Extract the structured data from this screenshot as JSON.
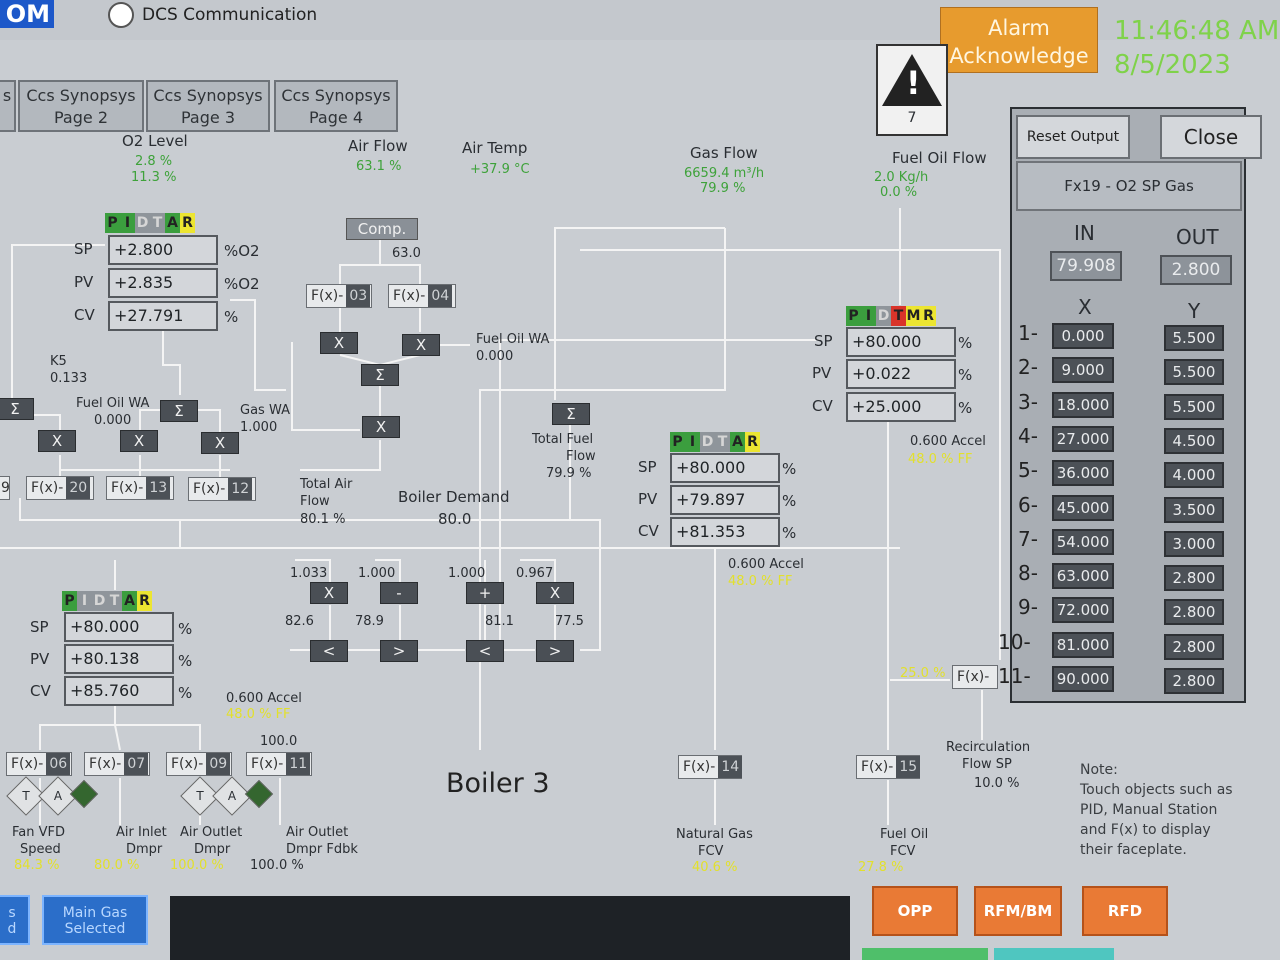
{
  "header": {
    "logo": "OM",
    "dcs_label": "DCS Communication",
    "alarm_line1": "Alarm",
    "alarm_line2": "Acknowledge",
    "time": "11:46:48 AM",
    "date": "8/5/2023",
    "alarm_count": "7"
  },
  "tabs": [
    {
      "line1": "s",
      "line2": ""
    },
    {
      "line1": "Ccs Synopsys",
      "line2": "Page 2"
    },
    {
      "line1": "Ccs Synopsys",
      "line2": "Page 3"
    },
    {
      "line1": "Ccs Synopsys",
      "line2": "Page 4"
    }
  ],
  "measurements": {
    "o2": {
      "label": "O2 Level",
      "v1": "2.8 %",
      "v2": "11.3 %"
    },
    "air_flow": {
      "label": "Air Flow",
      "v1": "63.1 %"
    },
    "air_temp": {
      "label": "Air Temp",
      "v1": "+37.9 °C"
    },
    "gas_flow": {
      "label": "Gas Flow",
      "v1": "6659.4 m³/h",
      "v2": "79.9 %"
    },
    "fuel_oil_flow": {
      "label": "Fuel Oil Flow",
      "v1": "2.0 Kg/h",
      "v2": "0.0 %"
    }
  },
  "pid_letters": {
    "p": "P",
    "i": "I",
    "d": "D",
    "t": "T",
    "a": "A",
    "r": "R",
    "m": "M"
  },
  "o2_pid": {
    "sp": "+2.800",
    "pv": "+2.835",
    "cv": "+27.791",
    "unit_sp": "%O2",
    "unit_pv": "%O2",
    "unit_cv": "%"
  },
  "air_pid": {
    "sp": "+80.000",
    "pv": "+80.138",
    "cv": "+85.760",
    "unit": "%"
  },
  "gas_pid": {
    "sp": "+80.000",
    "pv": "+79.897",
    "cv": "+81.353",
    "unit": "%"
  },
  "oil_pid": {
    "sp": "+80.000",
    "pv": "+0.022",
    "cv": "+25.000",
    "unit": "%"
  },
  "row_labels": {
    "sp": "SP",
    "pv": "PV",
    "cv": "CV"
  },
  "comp": {
    "label": "Comp.",
    "value": "63.0"
  },
  "fx": {
    "f03": {
      "a": "F(x)-",
      "b": "03"
    },
    "f04": {
      "a": "F(x)-",
      "b": "04"
    },
    "f20": {
      "a": "F(x)-",
      "b": "20"
    },
    "f13": {
      "a": "F(x)-",
      "b": "13"
    },
    "f12": {
      "a": "F(x)-",
      "b": "12"
    },
    "f19": {
      "a": "9",
      "b": ""
    },
    "f06": {
      "a": "F(x)-",
      "b": "06"
    },
    "f07": {
      "a": "F(x)-",
      "b": "07"
    },
    "f09": {
      "a": "F(x)-",
      "b": "09"
    },
    "f11": {
      "a": "F(x)-",
      "b": "11"
    },
    "f14": {
      "a": "F(x)-",
      "b": "14"
    },
    "f15": {
      "a": "F(x)-",
      "b": "15"
    },
    "frecirc": {
      "a": "F(x)-",
      "b": ""
    }
  },
  "ops": {
    "x": "X",
    "sum": "Σ",
    "minus": "-",
    "plus": "+",
    "lt": "<",
    "gt": ">"
  },
  "labels": {
    "fuel_oil_wa_right": "Fuel Oil WA",
    "fuel_oil_wa_right_val": "0.000",
    "k5": "K5",
    "k5_val": "0.133",
    "fuel_oil_wa_left": "Fuel Oil WA",
    "fuel_oil_wa_left_val": "0.000",
    "gas_wa": "Gas WA",
    "gas_wa_val": "1.000",
    "total_air_flow_l1": "Total Air",
    "total_air_flow_l2": "Flow",
    "total_air_flow_val": "80.1 %",
    "boiler_demand": "Boiler Demand",
    "boiler_demand_val": "80.0",
    "total_fuel_l1": "Total Fuel",
    "total_fuel_l2": "Flow",
    "total_fuel_val": "79.9 %",
    "m1": "1.033",
    "m2": "1.000",
    "m3": "1.000",
    "m4": "0.967",
    "v1": "82.6",
    "v2": "78.9",
    "v3": "81.1",
    "v4": "77.5",
    "accel_air": "0.600 Accel",
    "ff_air": "48.0 % FF",
    "accel_gas": "0.600 Accel",
    "ff_gas": "48.0 % FF",
    "accel_oil": "0.600 Accel",
    "ff_oil": "48.0 % FF",
    "recirc_pct": "25.0 %",
    "val_100": "100.0",
    "recirc_l1": "Recirculation",
    "recirc_l2": "Flow SP",
    "recirc_val": "10.0 %",
    "boiler_title": "Boiler 3",
    "fan_vfd_l1": "Fan VFD",
    "fan_vfd_l2": "Speed",
    "fan_vfd_val": "84.3 %",
    "air_inlet_l1": "Air Inlet",
    "air_inlet_l2": "Dmpr",
    "air_inlet_val": "80.0 %",
    "air_outlet_l1": "Air Outlet",
    "air_outlet_l2": "Dmpr",
    "air_outlet_val": "100.0 %",
    "air_outlet_fb_l1": "Air Outlet",
    "air_outlet_fb_l2": "Dmpr Fdbk",
    "air_outlet_fb_val": "100.0 %",
    "ng_fcv_l1": "Natural Gas",
    "ng_fcv_l2": "FCV",
    "ng_fcv_val": "40.6 %",
    "fo_fcv_l1": "Fuel Oil",
    "fo_fcv_l2": "FCV",
    "fo_fcv_val": "27.8 %",
    "note_l1": "Note:",
    "note_l2": "Touch objects such as",
    "note_l3": "PID, Manual Station",
    "note_l4": "and F(x) to display",
    "note_l5": "their faceplate.",
    "tad_t": "T",
    "tad_a": "A"
  },
  "panel": {
    "reset_output": "Reset Output",
    "close": "Close",
    "title": "Fx19 - O2 SP Gas",
    "in_label": "IN",
    "out_label": "OUT",
    "in_val": "79.908",
    "out_val": "2.800",
    "x_label": "X",
    "y_label": "Y",
    "rows": [
      {
        "n": "1-",
        "x": "0.000",
        "y": "5.500"
      },
      {
        "n": "2-",
        "x": "9.000",
        "y": "5.500"
      },
      {
        "n": "3-",
        "x": "18.000",
        "y": "5.500"
      },
      {
        "n": "4-",
        "x": "27.000",
        "y": "4.500"
      },
      {
        "n": "5-",
        "x": "36.000",
        "y": "4.000"
      },
      {
        "n": "6-",
        "x": "45.000",
        "y": "3.500"
      },
      {
        "n": "7-",
        "x": "54.000",
        "y": "3.000"
      },
      {
        "n": "8-",
        "x": "63.000",
        "y": "2.800"
      },
      {
        "n": "9-",
        "x": "72.000",
        "y": "2.800"
      },
      {
        "n": "10-",
        "x": "81.000",
        "y": "2.800"
      },
      {
        "n": "11-",
        "x": "90.000",
        "y": "2.800"
      }
    ]
  },
  "bottom": {
    "opp": "OPP",
    "rfm": "RFM/BM",
    "rfd": "RFD",
    "left_btn_l1": "s",
    "left_btn_l2": "d",
    "main_gas_l1": "Main Gas",
    "main_gas_l2": "Selected"
  },
  "colors": {
    "accent_orange": "#e79b2e",
    "value_green": "#3ea23a",
    "ff_yellow": "#e2e02d"
  }
}
